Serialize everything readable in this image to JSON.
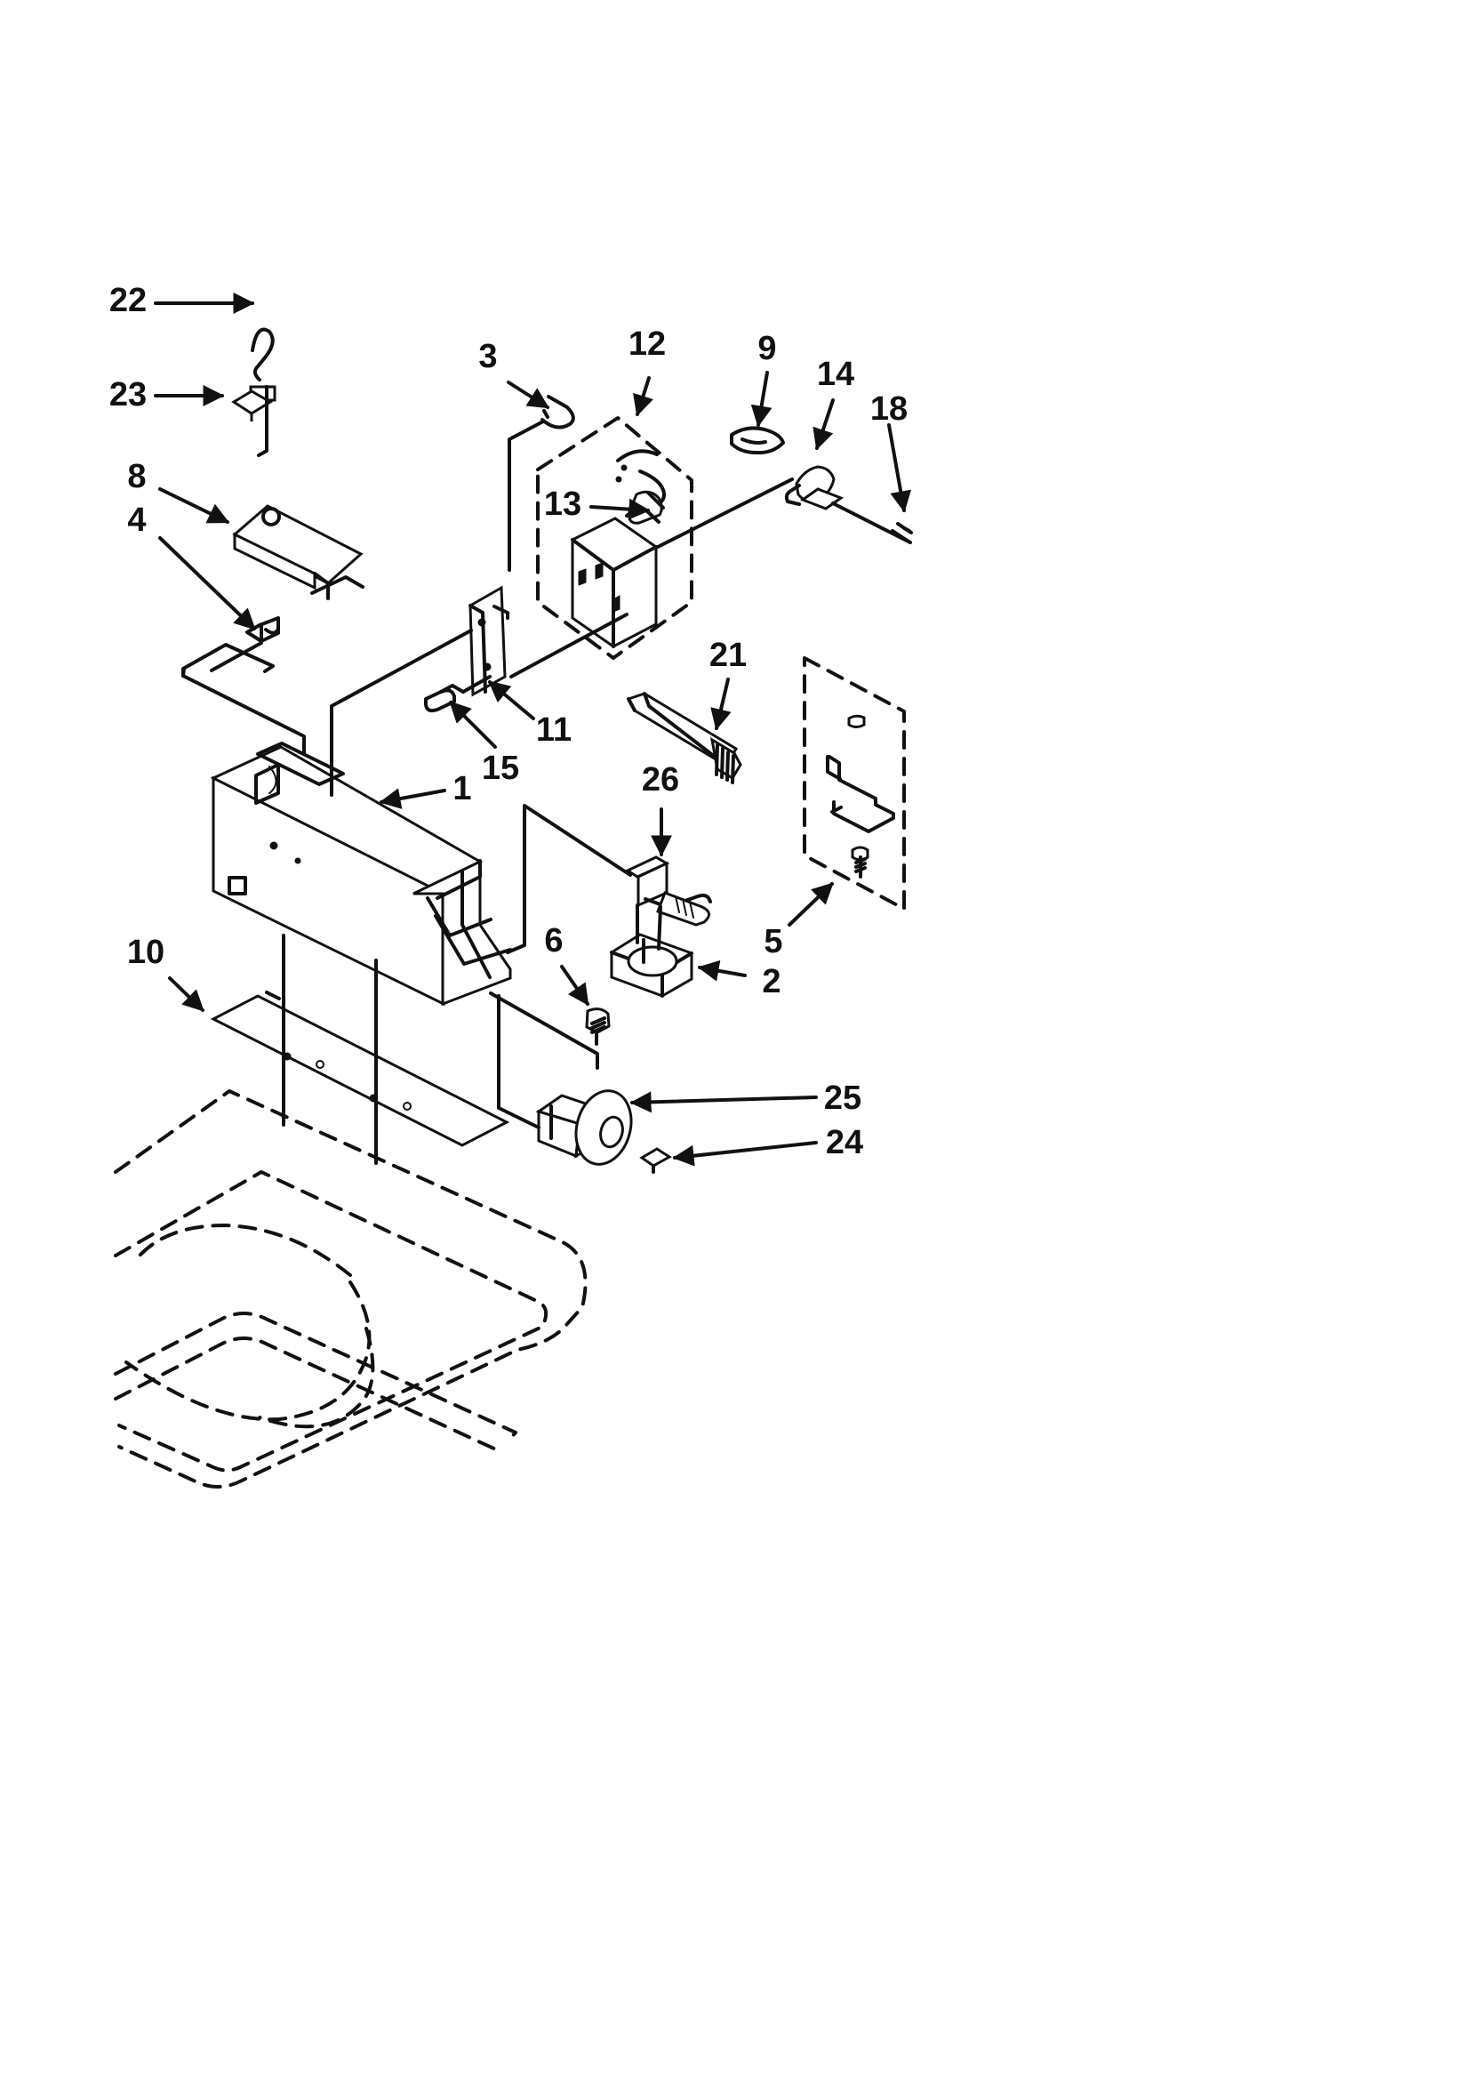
{
  "diagram": {
    "labels": {
      "p22": "22",
      "p23": "23",
      "p8": "8",
      "p4": "4",
      "p3": "3",
      "p12": "12",
      "p9": "9",
      "p14": "14",
      "p18": "18",
      "p13": "13",
      "p11": "11",
      "p15": "15",
      "p21": "21",
      "p1": "1",
      "p26": "26",
      "p5": "5",
      "p10": "10",
      "p6": "6",
      "p2": "2",
      "p25": "25",
      "p24": "24"
    }
  }
}
